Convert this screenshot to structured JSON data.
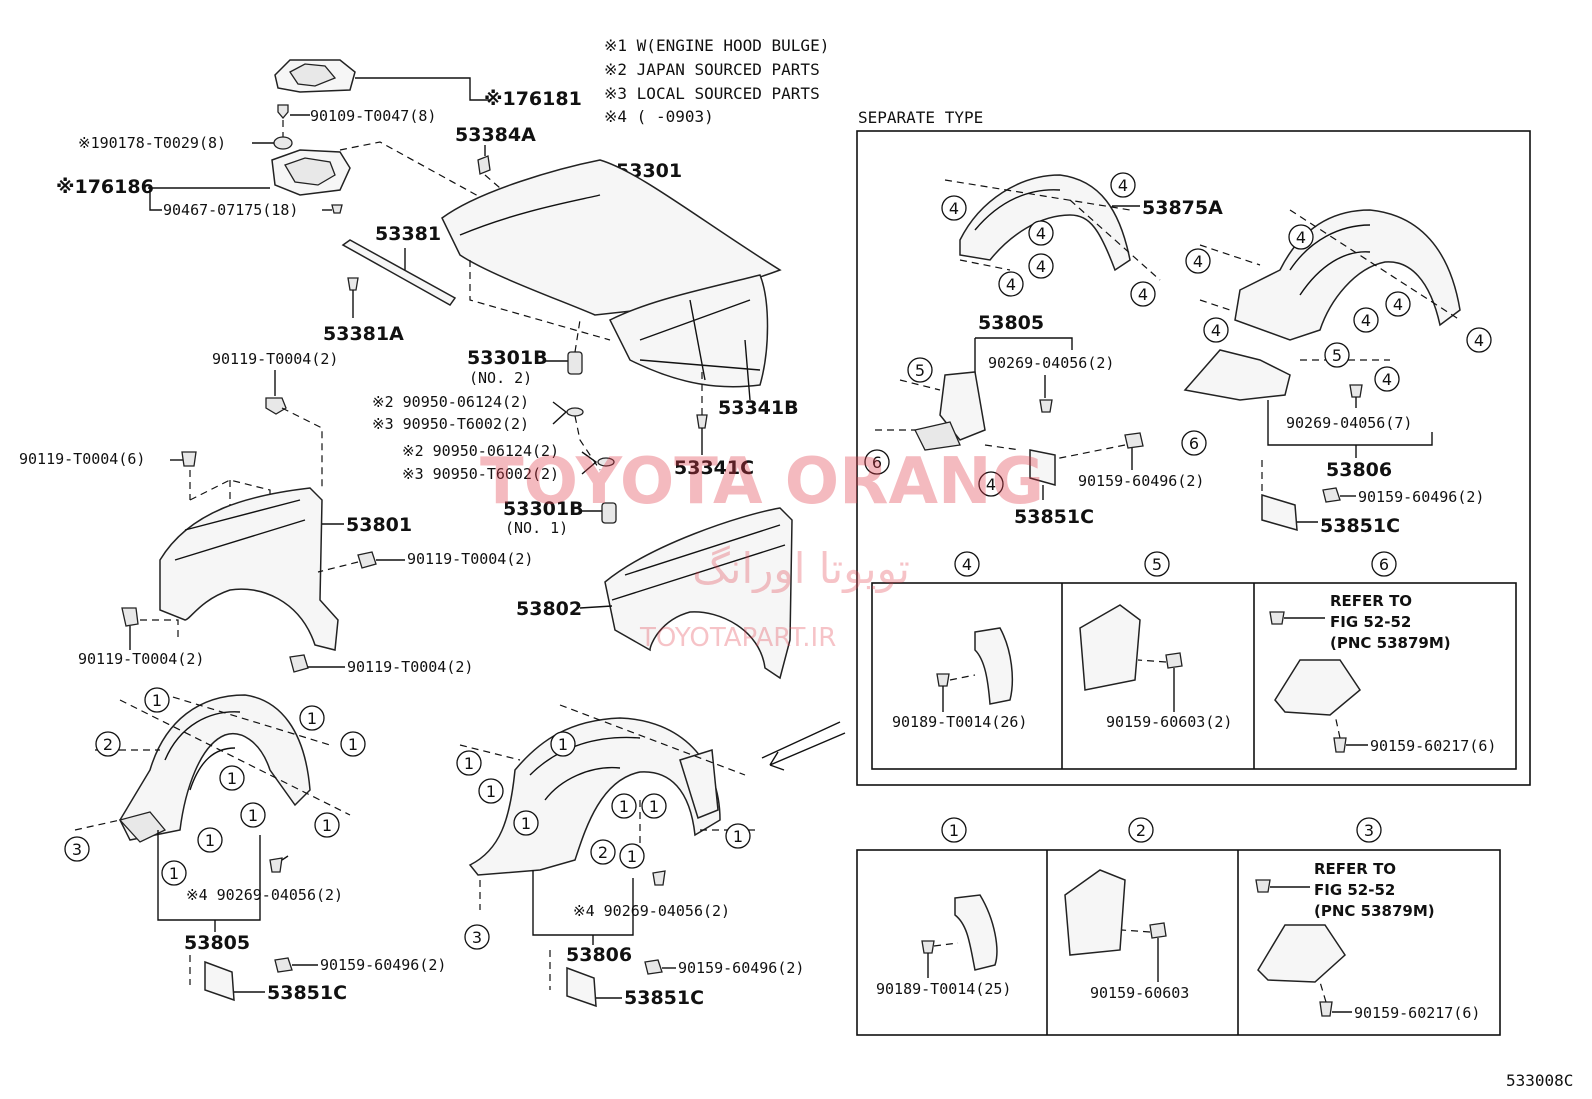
{
  "notes": [
    "※1 W(ENGINE HOOD BULGE)",
    "※2 JAPAN SOURCED PARTS",
    "※3 LOCAL SOURCED PARTS",
    "※4 (       -0903)"
  ],
  "separate_type_title": "SEPARATE TYPE",
  "labels": {
    "p76181": "※176181",
    "p90109": "90109-T0047(8)",
    "p90178": "※190178-T0029(8)",
    "p76186": "※176186",
    "p90467": "90467-07175(18)",
    "p53384A": "53384A",
    "p53301": "53301",
    "p53381": "53381",
    "p53381A": "53381A",
    "p53341B": "53341B",
    "p53341C": "53341C",
    "p53301B_a": "53301B",
    "p53301B_a_no": "(NO. 2)",
    "p53301B_b": "53301B",
    "p53301B_b_no": "(NO. 1)",
    "p90950_a": "※2 90950-06124(2)",
    "p90950_b": "※3 90950-T6002(2)",
    "p90950_c": "※2 90950-06124(2)",
    "p90950_d": "※3 90950-T6002(2)",
    "p90119_top": "90119-T0004(2)",
    "p90119_left": "90119-T0004(6)",
    "p53801": "53801",
    "p90119_mid": "90119-T0004(2)",
    "p90119_lowleft": "90119-T0004(2)",
    "p90119_low": "90119-T0004(2)",
    "p53802": "53802",
    "p53805_main": "53805",
    "p90269_main_l": "※4 90269-04056(2)",
    "p90159_main_l": "90159-60496(2)",
    "p53851C_main_l": "53851C",
    "p53806_main": "53806",
    "p90269_main_r": "※4 90269-04056(2)",
    "p90159_main_r": "90159-60496(2)",
    "p53851C_main_r": "53851C",
    "p53875A": "53875A",
    "p53805_sep": "53805",
    "p90269_sep_l": "90269-04056(2)",
    "p90159_sep_l": "90159-60496(2)",
    "p53851C_sep_l": "53851C",
    "p90269_sep_r": "90269-04056(7)",
    "p53806_sep": "53806",
    "p90159_sep_r": "90159-60496(2)",
    "p53851C_sep_r": "53851C",
    "d4_part": "90189-T0014(26)",
    "d5_part": "90159-60603(2)",
    "d6_refer1": "REFER TO",
    "d6_refer2": "FIG 52-52",
    "d6_refer3": "(PNC 53879M)",
    "d6_part": "90159-60217(6)",
    "d1_part": "90189-T0014(25)",
    "d2_part": "90159-60603",
    "d3_refer1": "REFER TO",
    "d3_refer2": "FIG 52-52",
    "d3_refer3": "(PNC 53879M)",
    "d3_part": "90159-60217(6)",
    "figure_id": "533008C"
  },
  "callouts": {
    "c1": "1",
    "c2": "2",
    "c3": "3",
    "c4": "4",
    "c5": "5",
    "c6": "6"
  },
  "watermark": {
    "main": "TOYOTA ORANG",
    "persian": "تویوتا اورانگ",
    "site": "TOYOTAPART.IR"
  }
}
